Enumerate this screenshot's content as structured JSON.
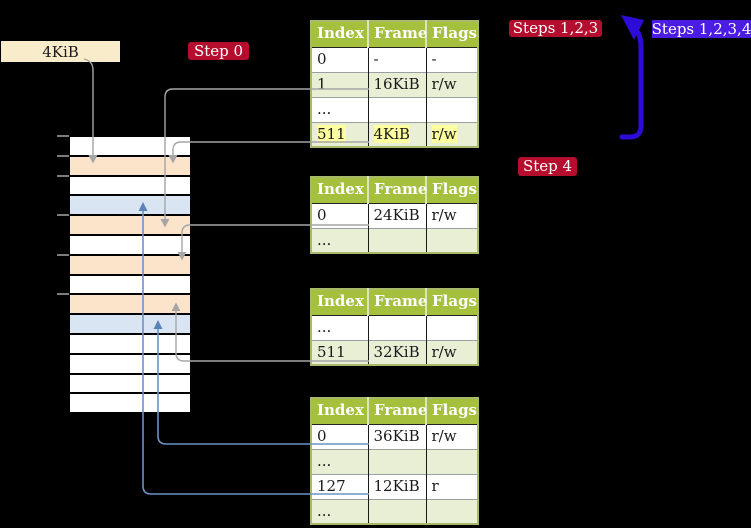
{
  "colors": {
    "background": "#000000",
    "table_header_green": "#a4c03d",
    "table_row_green": "#e8efd5",
    "table_border_olive": "#a9b96a",
    "memory_peach": "#fce4cb",
    "memory_light_blue": "#d9e5f3",
    "block_cream": "#f9ecca",
    "highlight_yellow": "#feff9e",
    "step_label_crimson": "#b50d2e",
    "steps_label_blue": "#4b1ce4",
    "curved_arrow_blue": "#2e0cd8",
    "gray_connector": "#a6a6a6",
    "blue_connector": "#6f92c5"
  },
  "memory": {
    "block_label": "4KiB",
    "rows": [
      "c-white",
      "c-peach",
      "c-white",
      "c-blue",
      "c-peach",
      "c-white",
      "c-peach",
      "c-white",
      "c-peach",
      "c-blue",
      "c-white",
      "c-white",
      "c-white",
      "c-white"
    ]
  },
  "labels": {
    "step0": "Step 0",
    "step4": "Step 4",
    "steps123": "Steps 1,2,3",
    "steps1234": "Steps 1,2,3,4"
  },
  "tables": [
    {
      "headers": [
        "Index",
        "Frame",
        "Flags"
      ],
      "rows": [
        {
          "cells": [
            "0",
            "-",
            "-"
          ]
        },
        {
          "cells": [
            "1",
            "16KiB",
            "r/w"
          ]
        },
        {
          "cells": [
            "...",
            "",
            ""
          ]
        },
        {
          "cells": [
            "511",
            "4KiB",
            "r/w"
          ],
          "highlighted": true
        }
      ]
    },
    {
      "headers": [
        "Index",
        "Frame",
        "Flags"
      ],
      "rows": [
        {
          "cells": [
            "0",
            "24KiB",
            "r/w"
          ]
        },
        {
          "cells": [
            "...",
            "",
            ""
          ]
        }
      ]
    },
    {
      "headers": [
        "Index",
        "Frame",
        "Flags"
      ],
      "rows": [
        {
          "cells": [
            "...",
            "",
            ""
          ]
        },
        {
          "cells": [
            "511",
            "32KiB",
            "r/w"
          ]
        }
      ]
    },
    {
      "headers": [
        "Index",
        "Frame",
        "Flags"
      ],
      "rows": [
        {
          "cells": [
            "0",
            "36KiB",
            "r/w"
          ]
        },
        {
          "cells": [
            "...",
            "",
            ""
          ]
        },
        {
          "cells": [
            "127",
            "12KiB",
            "r"
          ]
        },
        {
          "cells": [
            "...",
            "",
            ""
          ]
        }
      ]
    }
  ]
}
